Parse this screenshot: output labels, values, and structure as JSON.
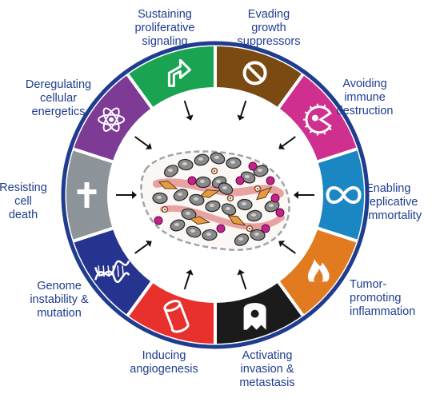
{
  "hallmarks": [
    {
      "id": "sustaining",
      "lines": [
        "Sustaining",
        "proliferative",
        "signaling"
      ],
      "color": "#1aa350",
      "icon": "arrow-icon"
    },
    {
      "id": "evading",
      "lines": [
        "Evading",
        "growth",
        "suppressors"
      ],
      "color": "#7a4a12",
      "icon": "prohibition-icon"
    },
    {
      "id": "avoiding",
      "lines": [
        "Avoiding",
        "immune",
        "destruction"
      ],
      "color": "#cf2f8f",
      "icon": "pacman-cell-icon"
    },
    {
      "id": "enabling",
      "lines": [
        "Enabling",
        "replicative",
        "immortality"
      ],
      "color": "#1a86c2",
      "icon": "infinity-icon"
    },
    {
      "id": "tumor",
      "lines": [
        "Tumor-",
        "promoting",
        "inflammation"
      ],
      "color": "#e27b20",
      "icon": "flame-icon"
    },
    {
      "id": "activating",
      "lines": [
        "Activating",
        "invasion &",
        "metastasis"
      ],
      "color": "#1b1b1b",
      "icon": "cell-escape-icon"
    },
    {
      "id": "inducing",
      "lines": [
        "Inducing",
        "angiogenesis"
      ],
      "color": "#e8302c",
      "icon": "vessel-icon"
    },
    {
      "id": "genome",
      "lines": [
        "Genome",
        "instability &",
        "mutation"
      ],
      "color": "#26338f",
      "icon": "dna-icon"
    },
    {
      "id": "resisting",
      "lines": [
        "Resisting",
        "cell",
        "death"
      ],
      "color": "#8c9399",
      "icon": "cross-icon"
    },
    {
      "id": "deregulating",
      "lines": [
        "Deregulating",
        "cellular",
        "energetics"
      ],
      "color": "#7d3b96",
      "icon": "atom-icon"
    }
  ],
  "colors": {
    "ring_border": "#1f3c8e",
    "label": "#1f3c8e",
    "tumor_cell": "#8a8a8a",
    "stromal": "#e8a2a2",
    "immune": "#c4238b",
    "fibroblast": "#e59b43"
  }
}
